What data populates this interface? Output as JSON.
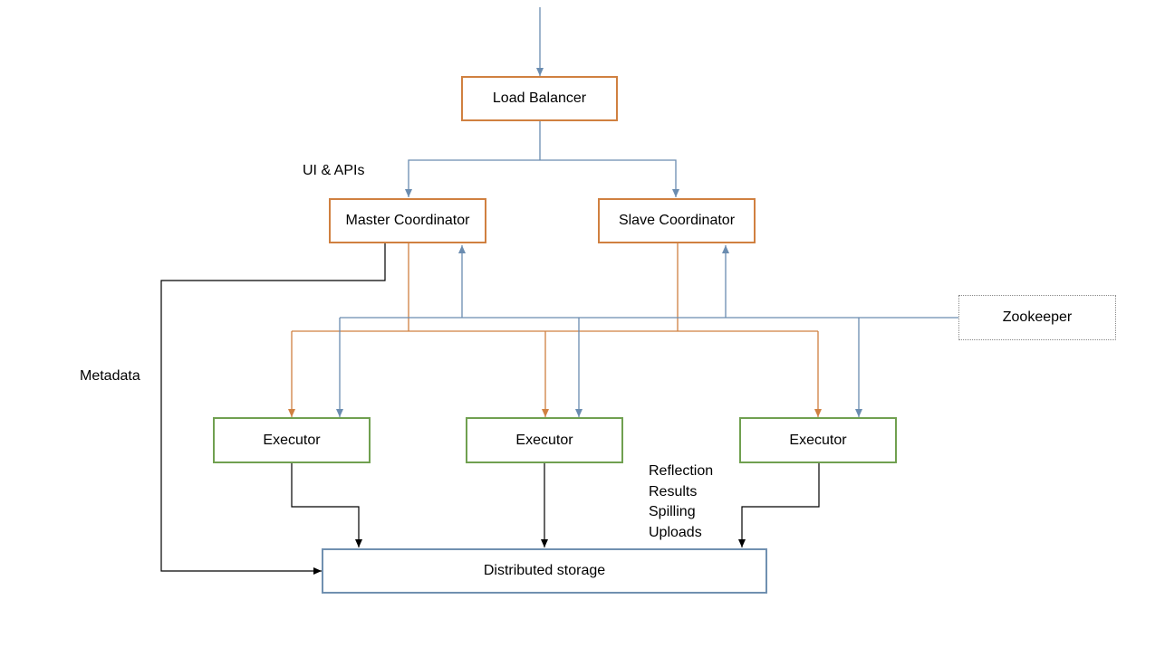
{
  "colors": {
    "orange": "#d08040",
    "green": "#70a050",
    "steel": "#7090b0",
    "blue_line": "#6a8cb0",
    "black_line": "#000000"
  },
  "nodes": {
    "load_balancer": "Load Balancer",
    "master_coordinator": "Master Coordinator",
    "slave_coordinator": "Slave Coordinator",
    "zookeeper": "Zookeeper",
    "executor_1": "Executor",
    "executor_2": "Executor",
    "executor_3": "Executor",
    "distributed_storage": "Distributed storage"
  },
  "labels": {
    "ui_apis": "UI & APIs",
    "metadata": "Metadata",
    "storage_uses": [
      "Reflection",
      "Results",
      "Spilling",
      "Uploads"
    ]
  }
}
